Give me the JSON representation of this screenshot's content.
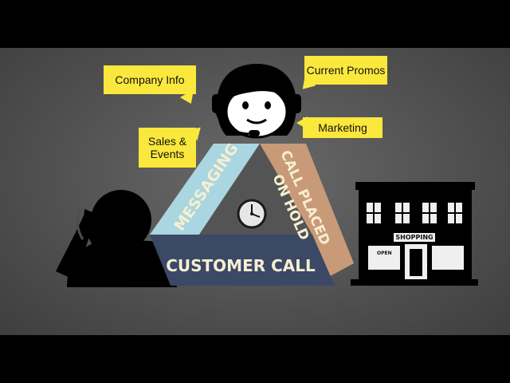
{
  "bubbles": {
    "company_info": "Company Info",
    "current_promos": "Current Promos",
    "sales_events_line1": "Sales &",
    "sales_events_line2": "Events",
    "marketing": "Marketing"
  },
  "triangle": {
    "messaging": "MESSAGING",
    "hold_line1": "CALL PLACED",
    "hold_line2": "ON HOLD",
    "customer_call": "CUSTOMER CALL"
  },
  "store": {
    "sign": "SHOPPING",
    "open": "OPEN"
  },
  "colors": {
    "bubble": "#fbe83c",
    "messaging": "#a9d6e0",
    "hold": "#c89a78",
    "customer_call": "#3b4866",
    "background": "#555555",
    "frame": "#000000"
  },
  "icons": [
    "agent-headset-icon",
    "caller-phone-icon",
    "storefront-icon",
    "clock-icon"
  ]
}
